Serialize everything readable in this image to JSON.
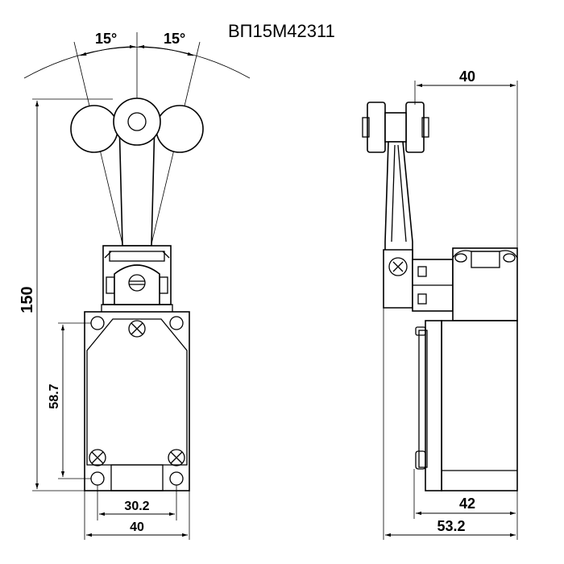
{
  "model": "ВП15М42311",
  "angles": {
    "left": "15°",
    "right": "15°"
  },
  "front_view": {
    "dim_total_height": "150",
    "dim_hole_spacing_vertical": "58.7",
    "dim_hole_spacing_horizontal": "30.2",
    "dim_body_width": "40"
  },
  "side_view": {
    "dim_roller_to_back": "40",
    "dim_body_depth": "42",
    "dim_overall_depth": "53.2"
  }
}
